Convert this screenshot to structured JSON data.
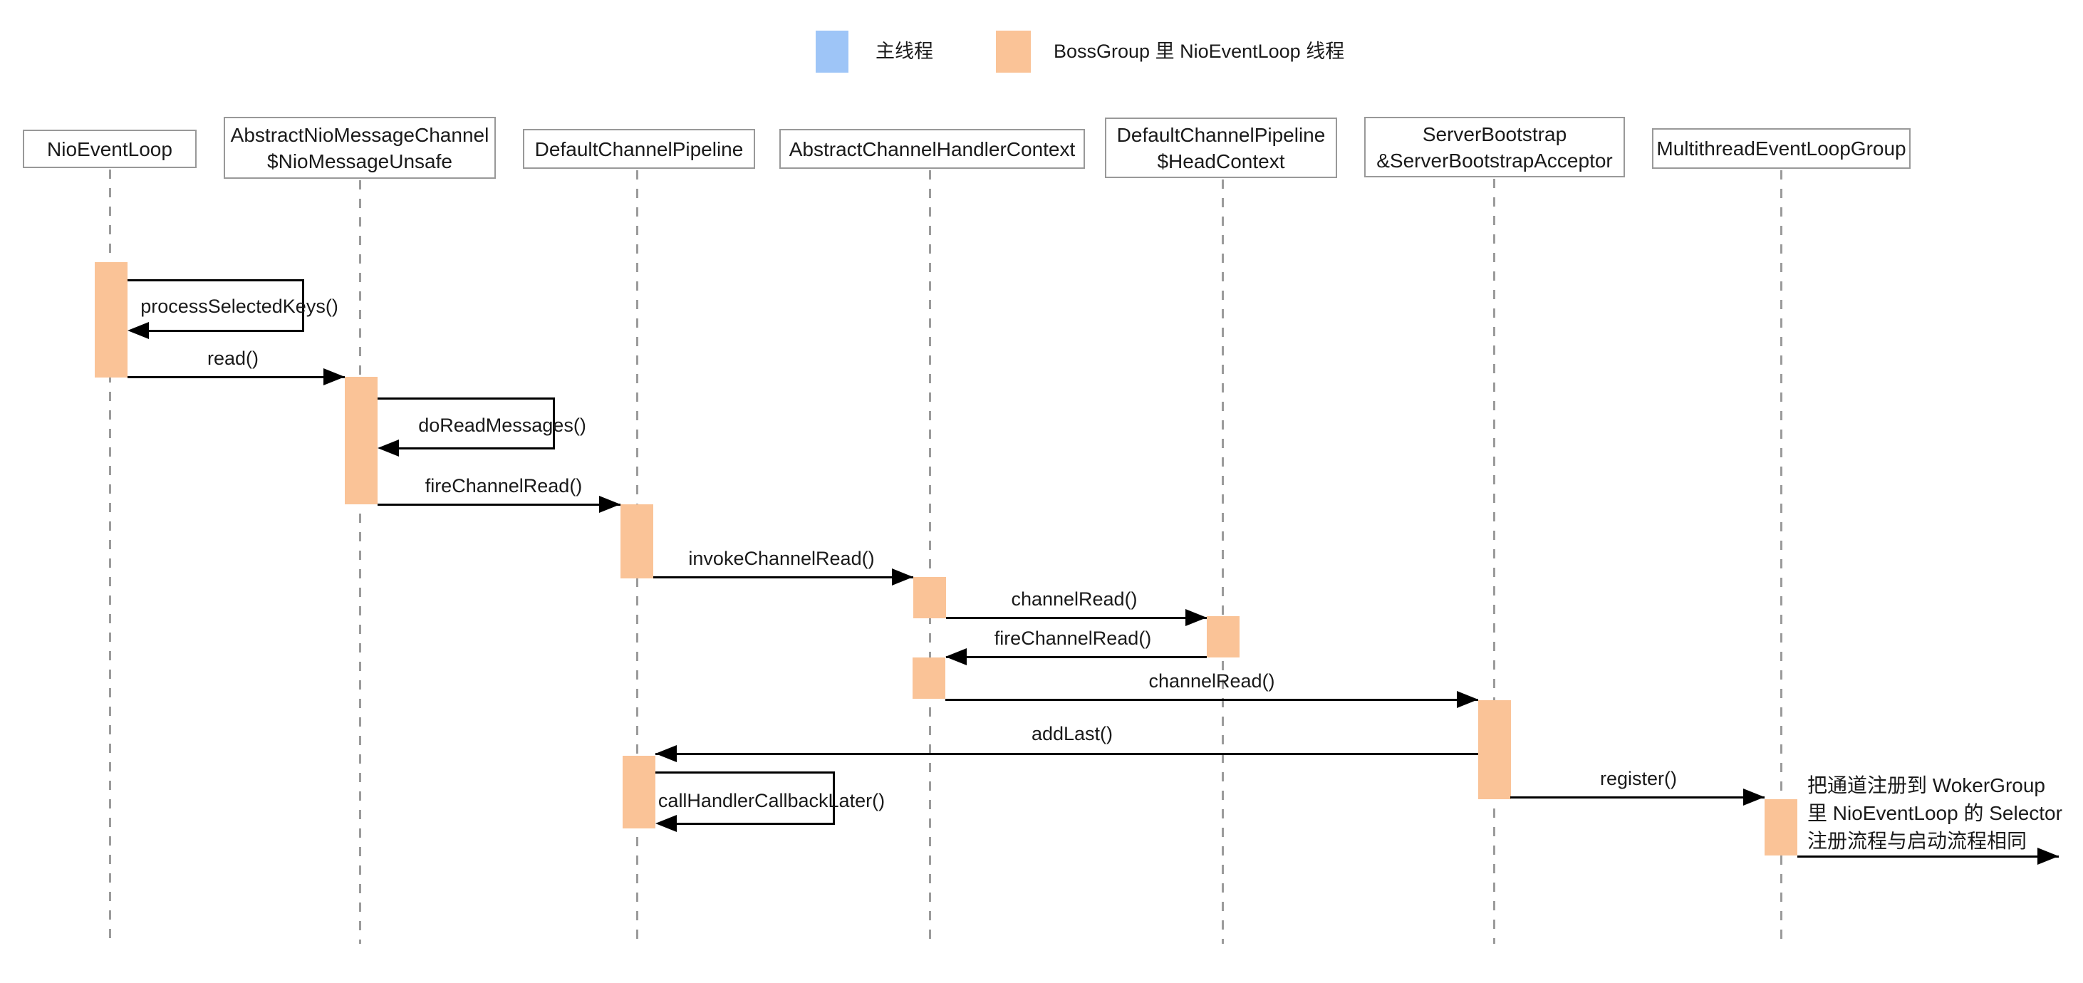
{
  "legend": {
    "items": [
      {
        "name": "main-thread",
        "label": "主线程",
        "color": "#9EC5F7"
      },
      {
        "name": "boss-nioeventloop-thread",
        "label": "BossGroup 里 NioEventLoop 线程",
        "color": "#FAC397"
      }
    ]
  },
  "participants": [
    {
      "lines": [
        "NioEventLoop"
      ]
    },
    {
      "lines": [
        "AbstractNioMessageChannel",
        "$NioMessageUnsafe"
      ]
    },
    {
      "lines": [
        "DefaultChannelPipeline"
      ]
    },
    {
      "lines": [
        "AbstractChannelHandlerContext"
      ]
    },
    {
      "lines": [
        "DefaultChannelPipeline",
        "$HeadContext"
      ]
    },
    {
      "lines": [
        "ServerBootstrap",
        "&ServerBootstrapAcceptor"
      ]
    },
    {
      "lines": [
        "MultithreadEventLoopGroup"
      ]
    }
  ],
  "messages": [
    {
      "label": "processSelectedKeys()",
      "type": "self",
      "from": "NioEventLoop",
      "to": "NioEventLoop"
    },
    {
      "label": "read()",
      "type": "call",
      "from": "NioEventLoop",
      "to": "AbstractNioMessageChannel$NioMessageUnsafe"
    },
    {
      "label": "doReadMessages()",
      "type": "self",
      "from": "AbstractNioMessageChannel$NioMessageUnsafe",
      "to": "AbstractNioMessageChannel$NioMessageUnsafe"
    },
    {
      "label": "fireChannelRead()",
      "type": "call",
      "from": "AbstractNioMessageChannel$NioMessageUnsafe",
      "to": "DefaultChannelPipeline"
    },
    {
      "label": "invokeChannelRead()",
      "type": "call",
      "from": "DefaultChannelPipeline",
      "to": "AbstractChannelHandlerContext"
    },
    {
      "label": "channelRead()",
      "type": "call",
      "from": "AbstractChannelHandlerContext",
      "to": "DefaultChannelPipeline$HeadContext"
    },
    {
      "label": "fireChannelRead()",
      "type": "call",
      "from": "DefaultChannelPipeline$HeadContext",
      "to": "AbstractChannelHandlerContext"
    },
    {
      "label": "channelRead()",
      "type": "call",
      "from": "AbstractChannelHandlerContext",
      "to": "ServerBootstrap&ServerBootstrapAcceptor"
    },
    {
      "label": "addLast()",
      "type": "call",
      "from": "ServerBootstrap&ServerBootstrapAcceptor",
      "to": "DefaultChannelPipeline"
    },
    {
      "label": "callHandlerCallbackLater()",
      "type": "self",
      "from": "DefaultChannelPipeline",
      "to": "DefaultChannelPipeline"
    },
    {
      "label": "register()",
      "type": "call",
      "from": "ServerBootstrap&ServerBootstrapAcceptor",
      "to": "MultithreadEventLoopGroup"
    }
  ],
  "note": {
    "lines": [
      "把通道注册到 WokerGroup",
      "里 NioEventLoop 的 Selector",
      "注册流程与启动流程相同"
    ]
  },
  "colors": {
    "activation": "#FAC397",
    "main_thread": "#9EC5F7",
    "lifeline": "#999999",
    "box_border": "#999999",
    "arrow": "#000000"
  }
}
